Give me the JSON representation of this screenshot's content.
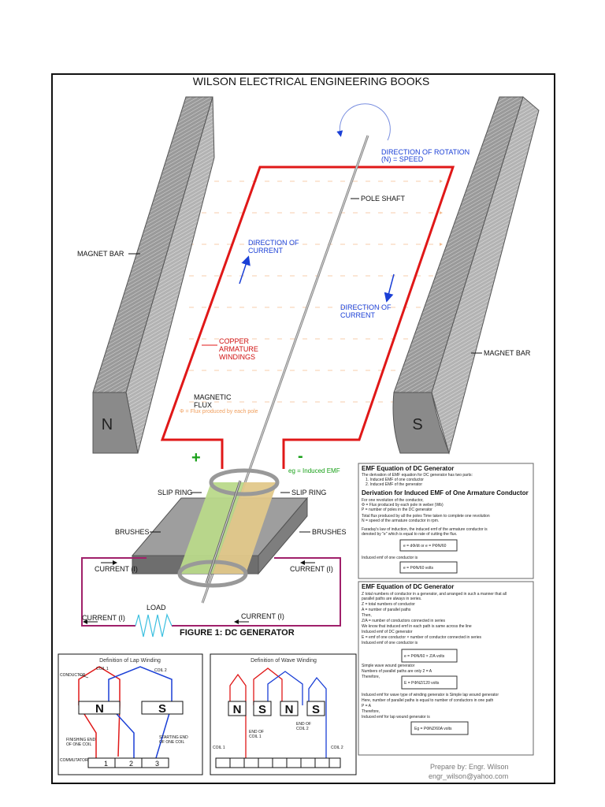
{
  "title": "WILSON ELECTRICAL ENGINEERING BOOKS",
  "labels": {
    "direction_rotation": "DIRECTION OF ROTATION",
    "n_speed": "(N) = SPEED",
    "pole_shaft": "POLE SHAFT",
    "magnet_bar_left": "MAGNET BAR",
    "magnet_bar_right": "MAGNET BAR",
    "dir_current_left_1": "DIRECTION OF",
    "dir_current_left_2": "CURRENT",
    "dir_current_right_1": "DIRECTION OF",
    "dir_current_right_2": "CURRENT",
    "copper_1": "COPPER",
    "copper_2": "ARMATURE",
    "copper_3": "WINDINGS",
    "magnetic_1": "MAGNETIC",
    "magnetic_2": "FLUX",
    "flux_note": "Φ = Flux produced by each pole",
    "pole_n": "N",
    "pole_s": "S",
    "plus": "+",
    "minus": "-",
    "eg": "eg = Induced EMF",
    "slip_ring_left": "SLIP RING",
    "slip_ring_right": "SLIP RING",
    "brushes_left": "BRUSHES",
    "brushes_right": "BRUSHES",
    "current_1": "CURRENT (I)",
    "current_2": "CURRENT (I)",
    "current_3": "CURRENT (I)",
    "current_4": "CURRENT (I)",
    "load": "LOAD",
    "figure": "FIGURE 1: DC GENERATOR"
  },
  "box1": {
    "heading": "EMF Equation of DC Generator",
    "intro": "The derivation of EMF equation for DC generator has two parts:",
    "items": [
      "1. Induced EMF of one conductor",
      "2. Induced EMF of the generator"
    ],
    "subheading": "Derivation for Induced EMF of One Armature Conductor",
    "lines": [
      "For one revolution of the conductor,",
      "Φ = Flux produced by each pole in weber (Wb)",
      "P = number of poles in the DC generator",
      "Total flux produced by all the poles   Time taken to complete one revolution",
      "N = speed of the armature conductor in rpm.",
      "Faraday's law of induction, the induced emf of the armature conductor is",
      "denoted by \"e\" which is equal to rate of cutting the flux.",
      "Induced emf of one conductor is"
    ],
    "formula_1": "e = dΦ/dt  or  e = PΦN/60",
    "formula_2": "e = PΦN/60  volts"
  },
  "box2": {
    "heading": "EMF Equation of DC Generator",
    "lines": [
      "Z total numbers of conductor in a generator, and arranged in such a manner that all",
      "parallel paths are always in series.",
      "Z = total numbers of conductor",
      "A = number of parallel paths",
      "Then,",
      "Z/A = number of conductors connected in series",
      "We know that induced emf in each path is same across the line",
      "Induced emf of DC generator",
      "E = emf of one conductor × number of conductor connected in series",
      "Induced emf of one conductor is",
      "Simple wave wound generator",
      "Numbers of parallel paths are only 2 = A",
      "Therefore,",
      "Induced emf for wave type of winding generator is Simple lap wound generator",
      "Here, number of parallel paths is equal to number of conductors in one path",
      "P = A",
      "Therefore,",
      "Induced emf for lap wound generator is"
    ],
    "formula_1": "e = PΦN/60 × Z/A volts",
    "formula_2": "E = PΦNZ/120 volts",
    "formula_3": "Eg = PΦNZ/60A volts"
  },
  "lap": {
    "title": "Definition of Lap Winding",
    "coil_1": "COIL 1",
    "coil_2": "COIL 2",
    "conductor": "CONDUCTOR",
    "pole_n": "N",
    "pole_s": "S",
    "finishing_1": "FINISHING END",
    "finishing_2": "OF ONE COIL",
    "starting_1": "STARTING END",
    "starting_2": "OF ONE COIL",
    "commutator": "COMMUTATOR",
    "seg_1": "1",
    "seg_2": "2",
    "seg_3": "3"
  },
  "wave": {
    "title": "Definition of Wave Winding",
    "poles": [
      "N",
      "S",
      "N",
      "S"
    ],
    "end_coil_1a": "END OF",
    "end_coil_1b": "COIL 1",
    "end_coil_2a": "END OF",
    "end_coil_2b": "COIL 2",
    "coil_1": "COIL 1",
    "coil_2": "COIL 2"
  },
  "credits": {
    "line1": "Prepare by: Engr. Wilson",
    "line2": "engr_wilson@yahoo.com"
  },
  "colors": {
    "winding": "#e01818",
    "current_arrow": "#1a3fd6",
    "magnet": "#8f8f8f",
    "circuit": "#a0206a",
    "plus_minus": "#18a018",
    "flux": "#f0a060"
  }
}
